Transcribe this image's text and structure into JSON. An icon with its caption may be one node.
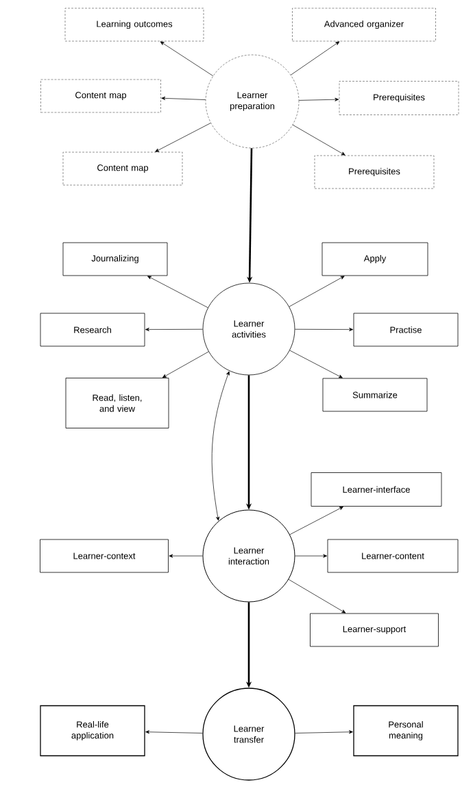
{
  "diagram": {
    "nodes": [
      {
        "text": [
          "Learner preparation"
        ]
      },
      {
        "text": [
          "Learning outcomes"
        ]
      },
      {
        "text": [
          "Advanced organizer"
        ]
      },
      {
        "text": [
          "Content map"
        ]
      },
      {
        "text": [
          "Prerequisites"
        ]
      },
      {
        "text": [
          "Content map"
        ]
      },
      {
        "text": [
          "Prerequisites"
        ]
      },
      {
        "text": [
          "Learner activities"
        ]
      },
      {
        "text": [
          "Journalizing"
        ]
      },
      {
        "text": [
          "Apply"
        ]
      },
      {
        "text": [
          "Research"
        ]
      },
      {
        "text": [
          "Practise"
        ]
      },
      {
        "text": [
          "Read, listen, and view"
        ]
      },
      {
        "text": [
          "Summarize"
        ]
      },
      {
        "text": [
          "Learner interaction"
        ]
      },
      {
        "text": [
          "Learner-interface"
        ]
      },
      {
        "text": [
          "Learner-context"
        ]
      },
      {
        "text": [
          "Learner-content"
        ]
      },
      {
        "text": [
          "Learner-support"
        ]
      },
      {
        "text": [
          "Learner transfer"
        ]
      },
      {
        "text": [
          "Real-life application"
        ]
      },
      {
        "text": [
          "Personal meaning"
        ]
      }
    ],
    "edges": [
      {
        "from": 0,
        "to": 1,
        "arrow": "to"
      },
      {
        "from": 0,
        "to": 2,
        "arrow": "to"
      },
      {
        "from": 0,
        "to": 3,
        "arrow": "to"
      },
      {
        "from": 0,
        "to": 4,
        "arrow": "to"
      },
      {
        "from": 0,
        "to": 5,
        "arrow": "to"
      },
      {
        "from": 0,
        "to": 6,
        "arrow": "to"
      },
      {
        "from": 0,
        "to": 7,
        "arrow": "to",
        "style": "thick"
      },
      {
        "from": 7,
        "to": 8,
        "arrow": "to"
      },
      {
        "from": 7,
        "to": 9,
        "arrow": "to"
      },
      {
        "from": 7,
        "to": 10,
        "arrow": "to"
      },
      {
        "from": 7,
        "to": 11,
        "arrow": "to"
      },
      {
        "from": 7,
        "to": 12,
        "arrow": "to"
      },
      {
        "from": 7,
        "to": 13,
        "arrow": "to"
      },
      {
        "from": 7,
        "to": 14,
        "arrow": "to",
        "style": "thick"
      },
      {
        "from": 7,
        "to": 14,
        "arrow": "both"
      },
      {
        "from": 14,
        "to": 15,
        "arrow": "to"
      },
      {
        "from": 14,
        "to": 16,
        "arrow": "to"
      },
      {
        "from": 14,
        "to": 17,
        "arrow": "to"
      },
      {
        "from": 14,
        "to": 18,
        "arrow": "to"
      },
      {
        "from": 14,
        "to": 19,
        "arrow": "to",
        "style": "thick"
      },
      {
        "from": 19,
        "to": 20,
        "arrow": "to"
      },
      {
        "from": 19,
        "to": 21,
        "arrow": "to"
      }
    ]
  }
}
